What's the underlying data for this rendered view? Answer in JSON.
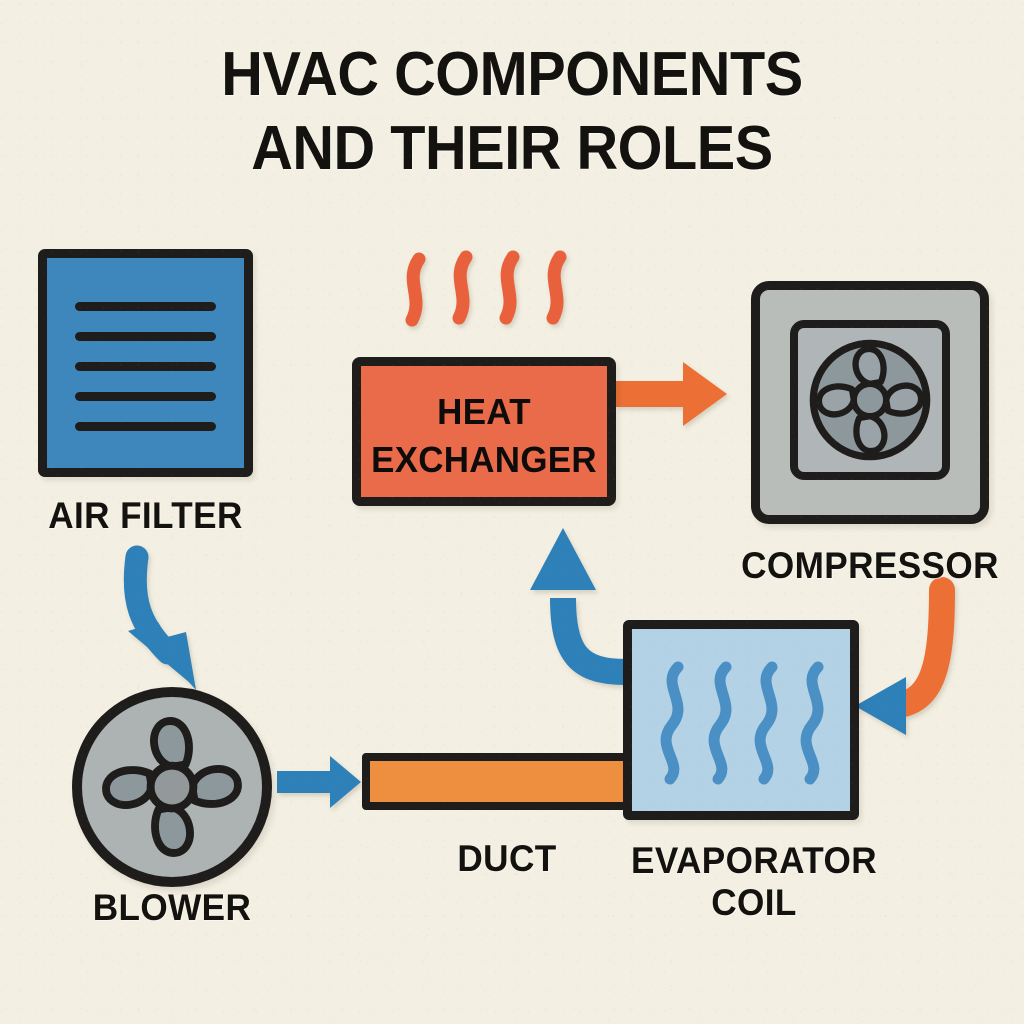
{
  "page": {
    "title": "HVAC COMPONENTS\nAND THEIR ROLES",
    "background_color": "#f3efe2",
    "ink_color": "#1e1d1b"
  },
  "palette": {
    "blue": "#3d87bd",
    "light_blue": "#b3d2e6",
    "coil_wave_blue": "#4a90c4",
    "orange_red": "#e96b4a",
    "orange": "#ee8f3f",
    "gray_body": "#b9bdb9",
    "gray_fan": "#8d989d",
    "outline": "#1e1d1b"
  },
  "components": {
    "air_filter": {
      "label": "AIR FILTER",
      "shape": "square",
      "fill": "#3d87bd",
      "filter_line_count": 5
    },
    "heat_exchanger": {
      "label": "HEAT\nEXCHANGER",
      "shape": "rectangle",
      "fill": "#e96b4a",
      "heat_wave_count": 4,
      "heat_wave_color": "#e9603c"
    },
    "compressor": {
      "label": "COMPRESSOR",
      "shape": "rounded-square-with-fan",
      "fill": "#b9bdb9",
      "fan_blade_count": 4
    },
    "blower": {
      "label": "BLOWER",
      "shape": "circle-with-fan",
      "fill": "#adb2b3",
      "fan_blade_count": 4
    },
    "duct": {
      "label": "DUCT",
      "shape": "horizontal-bar",
      "fill": "#ee8f3f"
    },
    "evaporator_coil": {
      "label": "EVAPORATOR\nCOIL",
      "shape": "square",
      "fill": "#b3d2e6",
      "coil_wave_count": 4
    }
  },
  "flow_arrows": [
    {
      "name": "air-filter-to-blower",
      "from": "AIR FILTER",
      "to": "BLOWER",
      "color": "#2e80b8",
      "style": "curved-down"
    },
    {
      "name": "blower-to-duct",
      "from": "BLOWER",
      "to": "DUCT",
      "color": "#2e80b8",
      "style": "straight-right"
    },
    {
      "name": "evaporator-to-heat-exchanger",
      "from": "EVAPORATOR COIL",
      "to": "HEAT EXCHANGER",
      "color": "#2e80b8",
      "style": "curved-up"
    },
    {
      "name": "heat-exchanger-to-compressor",
      "from": "HEAT EXCHANGER",
      "to": "COMPRESSOR",
      "color": "#ec6f36",
      "style": "straight-right"
    },
    {
      "name": "compressor-to-evaporator",
      "from": "COMPRESSOR",
      "to": "EVAPORATOR COIL",
      "color": "#ec6f36",
      "head_color": "#2e80b8",
      "style": "curved-down-left"
    }
  ]
}
